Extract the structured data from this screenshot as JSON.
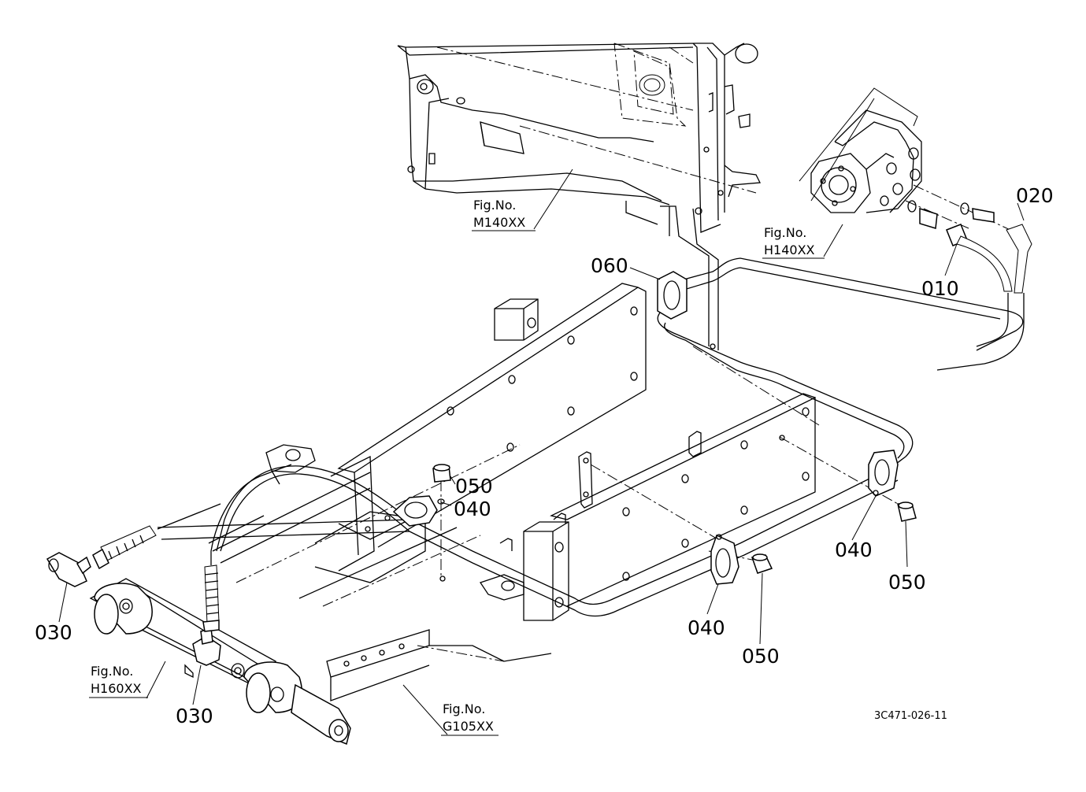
{
  "diagram": {
    "drawing_code": "3C471-026-11",
    "callouts": [
      {
        "id": "callout-010",
        "text": "010"
      },
      {
        "id": "callout-020",
        "text": "020"
      },
      {
        "id": "callout-030a",
        "text": "030"
      },
      {
        "id": "callout-030b",
        "text": "030"
      },
      {
        "id": "callout-040a",
        "text": "040"
      },
      {
        "id": "callout-040b",
        "text": "040"
      },
      {
        "id": "callout-040c",
        "text": "040"
      },
      {
        "id": "callout-050a",
        "text": "050"
      },
      {
        "id": "callout-050b",
        "text": "050"
      },
      {
        "id": "callout-050c",
        "text": "050"
      },
      {
        "id": "callout-060",
        "text": "060"
      }
    ],
    "figure_refs": [
      {
        "id": "fig-m140",
        "line1": "Fig.No.",
        "line2": "M140XX"
      },
      {
        "id": "fig-h140",
        "line1": "Fig.No.",
        "line2": "H140XX"
      },
      {
        "id": "fig-h160",
        "line1": "Fig.No.",
        "line2": "H160XX"
      },
      {
        "id": "fig-g105",
        "line1": "Fig.No.",
        "line2": "G105XX"
      }
    ]
  }
}
